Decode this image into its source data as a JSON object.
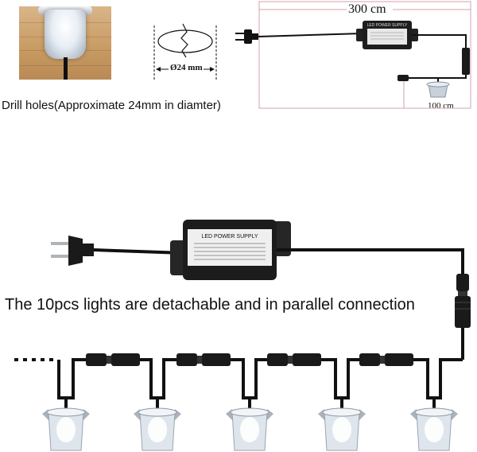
{
  "drill_caption": "Drill holes(Approximate 24mm in diamter)",
  "hole_diameter_label": "Ø24 mm",
  "dim_top_cable": "300 cm",
  "dim_lamp_cable": "100 cm",
  "power_supply_label": "LED POWER SUPPLY",
  "parallel_caption": "The 10pcs lights are detachable and in parallel connection",
  "colors": {
    "wood": "#c79a62",
    "cable": "#111111",
    "dimension_line": "#d4a0a8",
    "lamp_housing": "#c8d0da"
  },
  "lamp_count_shown": 5
}
